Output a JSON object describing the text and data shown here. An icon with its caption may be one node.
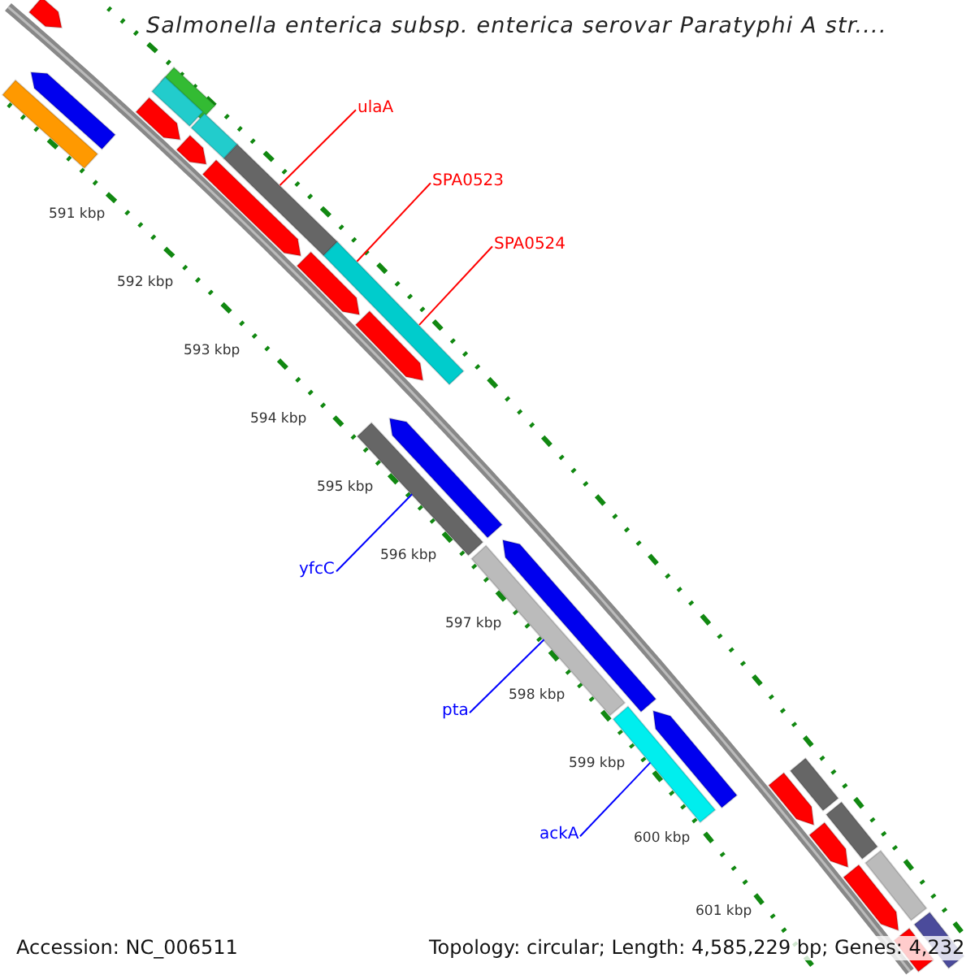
{
  "diagram": {
    "title": "Salmonella enterica subsp. enterica serovar Paratyphi A str....",
    "nodes": [
      {
        "text": [
          "ulaA"
        ]
      },
      {
        "text": [],
        "shape": "bar"
      },
      {
        "text": [
          "SPA0523"
        ]
      },
      {
        "text": [],
        "shape": "bar"
      },
      {
        "text": [
          "SPA0524"
        ]
      },
      {
        "text": [],
        "shape": "bar"
      },
      {
        "text": [
          "yfcC"
        ]
      },
      {
        "text": [],
        "shape": "bar"
      },
      {
        "text": [
          "pta"
        ]
      },
      {
        "text": [],
        "shape": "bar"
      },
      {
        "text": [
          "ackA"
        ]
      },
      {
        "text": [],
        "shape": "arrow"
      }
    ],
    "edges": [
      {
        "from": 0,
        "to": 1,
        "arrow": "none",
        "color": "#ff0000"
      },
      {
        "from": 2,
        "to": 3,
        "arrow": "none",
        "color": "#ff0000"
      },
      {
        "from": 4,
        "to": 3,
        "arrow": "none",
        "color": "#ff0000"
      },
      {
        "from": 6,
        "to": 5,
        "arrow": "none",
        "color": "#0000ff"
      },
      {
        "from": 8,
        "to": 7,
        "arrow": "none",
        "color": "#0000ff"
      },
      {
        "from": 10,
        "to": 9,
        "arrow": "none",
        "color": "#0000ff"
      }
    ],
    "labels": [
      "591 kbp",
      "592 kbp",
      "593 kbp",
      "594 kbp",
      "595 kbp",
      "596 kbp",
      "597 kbp",
      "598 kbp",
      "599 kbp",
      "600 kbp",
      "601 kbp",
      "Accession: NC_006511",
      "Topology: circular; Length: 4,585,229 bp; Genes: 4,232"
    ]
  }
}
